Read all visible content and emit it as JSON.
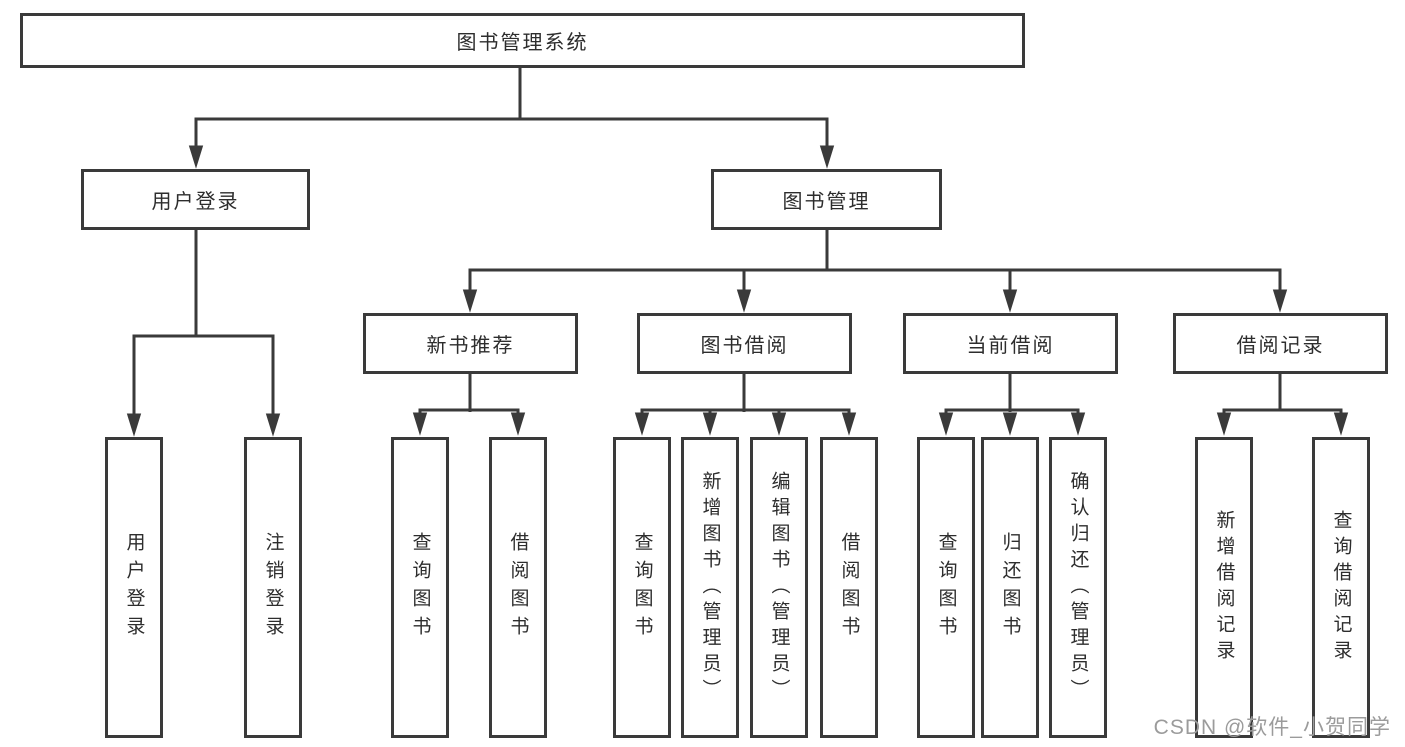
{
  "title": "图书管理系统",
  "watermark": "CSDN @软件_小贺同学",
  "colors": {
    "line": "#3a3a3a",
    "box_border": "#3a3a3a",
    "box_background": "#ffffff",
    "text": "#2d2d2d",
    "watermark": "#9b9b9b",
    "background": "#ffffff"
  },
  "nodes": {
    "root": {
      "label": "图书管理系统"
    },
    "user_login": {
      "label": "用户登录"
    },
    "book_management": {
      "label": "图书管理"
    },
    "new_book_recommend": {
      "label": "新书推荐"
    },
    "book_borrowing": {
      "label": "图书借阅"
    },
    "current_borrowing": {
      "label": "当前借阅"
    },
    "borrowing_records": {
      "label": "借阅记录"
    },
    "leaf_user_login": {
      "label": "用户登录"
    },
    "leaf_logout": {
      "label": "注销登录"
    },
    "leaf_query_books_recommend": {
      "label": "查询图书"
    },
    "leaf_borrow_books_recommend": {
      "label": "借阅图书"
    },
    "leaf_query_books_borrowing": {
      "label": "查询图书"
    },
    "leaf_add_books_admin": {
      "label": "新增图书（管理员）"
    },
    "leaf_edit_books_admin": {
      "label": "编辑图书（管理员）"
    },
    "leaf_borrow_books_borrowing": {
      "label": "借阅图书"
    },
    "leaf_query_books_current": {
      "label": "查询图书"
    },
    "leaf_return_books": {
      "label": "归还图书"
    },
    "leaf_confirm_return_admin": {
      "label": "确认归还（管理员）"
    },
    "leaf_add_borrow_record": {
      "label": "新增借阅记录"
    },
    "leaf_query_borrow_record": {
      "label": "查询借阅记录"
    }
  },
  "hierarchy": {
    "图书管理系统": {
      "用户登录": [
        "用户登录",
        "注销登录"
      ],
      "图书管理": {
        "新书推荐": [
          "查询图书",
          "借阅图书"
        ],
        "图书借阅": [
          "查询图书",
          "新增图书（管理员）",
          "编辑图书（管理员）",
          "借阅图书"
        ],
        "当前借阅": [
          "查询图书",
          "归还图书",
          "确认归还（管理员）"
        ],
        "借阅记录": [
          "新增借阅记录",
          "查询借阅记录"
        ]
      }
    }
  }
}
